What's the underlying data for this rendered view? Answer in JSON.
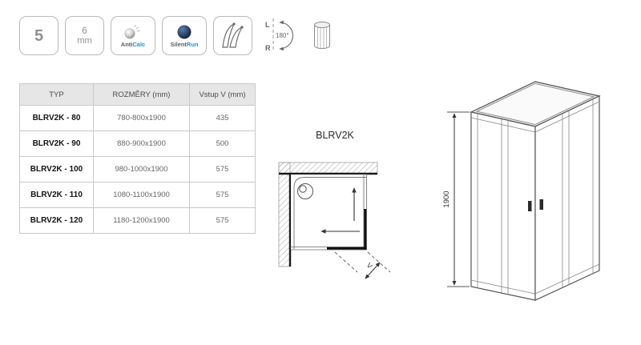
{
  "badges": {
    "safety_class": "5",
    "glass_thickness": {
      "value": "6",
      "unit": "mm"
    },
    "anticalc": {
      "part1": "Anti",
      "part2": "Calc"
    },
    "silentrun": {
      "part1": "Silent",
      "part2": "Run"
    },
    "reversible": {
      "left": "L",
      "angle": "180°",
      "right": "R"
    }
  },
  "table": {
    "headers": [
      "TYP",
      "ROZMĚRY (mm)",
      "Vstup V (mm)"
    ],
    "rows": [
      {
        "typ": "BLRV2K - 80",
        "rozmery": "780-800x1900",
        "vstup": "435"
      },
      {
        "typ": "BLRV2K - 90",
        "rozmery": "880-900x1900",
        "vstup": "500"
      },
      {
        "typ": "BLRV2K - 100",
        "rozmery": "980-1000x1900",
        "vstup": "575"
      },
      {
        "typ": "BLRV2K - 110",
        "rozmery": "1080-1100x1900",
        "vstup": "575"
      },
      {
        "typ": "BLRV2K - 120",
        "rozmery": "1180-1200x1900",
        "vstup": "575"
      }
    ]
  },
  "plan": {
    "title": "BLRV2K",
    "entry_label": "V"
  },
  "iso": {
    "height_label": "1900"
  },
  "colors": {
    "accent_blue": "#2a8fd0",
    "line": "#333333",
    "table_header_bg": "#e6e6e6",
    "badge_border": "#b9b9b9"
  }
}
